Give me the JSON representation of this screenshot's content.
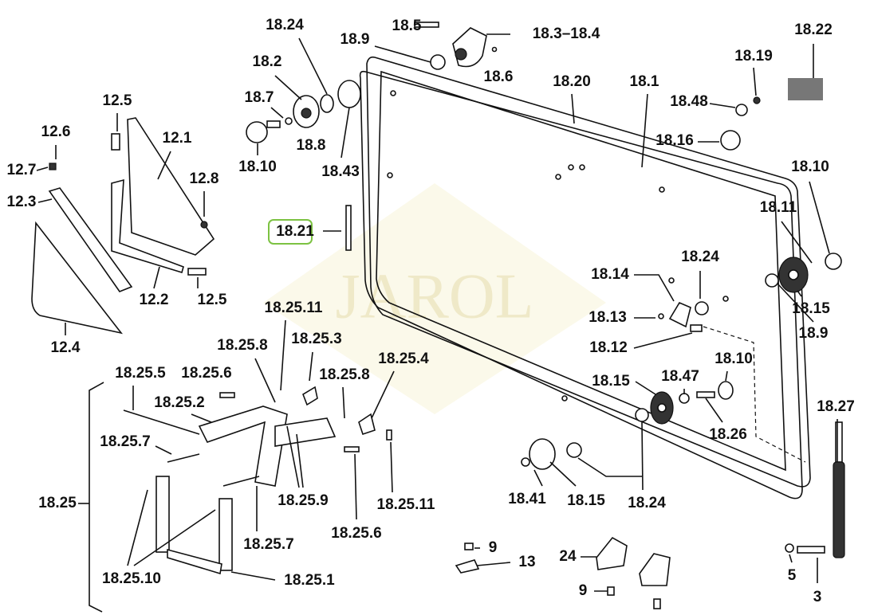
{
  "watermark": "JAROL",
  "highlight_color": "#7cc242",
  "labels": [
    "18.24",
    "18.5",
    "18.3–18.4",
    "18.9",
    "18.22",
    "18.6",
    "18.19",
    "18.2",
    "18.20",
    "18.1",
    "18.7",
    "18.48",
    "12.5",
    "18.8",
    "18.16",
    "12.6",
    "12.1",
    "18.10",
    "18.43",
    "12.7",
    "18.10",
    "12.8",
    "12.3",
    "18.11",
    "18.21",
    "18.24",
    "18.14",
    "12.5",
    "12.2",
    "18.15",
    "18.25.11",
    "18.13",
    "18.9",
    "12.4",
    "18.25.8",
    "18.25.3",
    "18.12",
    "18.10",
    "18.25.4",
    "18.25.5",
    "18.25.6",
    "18.25.8",
    "18.15",
    "18.47",
    "18.25.2",
    "18.27",
    "18.26",
    "18.25.7",
    "18.25",
    "18.25.9",
    "18.41",
    "18.15",
    "18.24",
    "18.25.11",
    "18.25.6",
    "18.25.7",
    "9",
    "24",
    "13",
    "18.25.10",
    "18.25.1",
    "5",
    "9",
    "3"
  ]
}
